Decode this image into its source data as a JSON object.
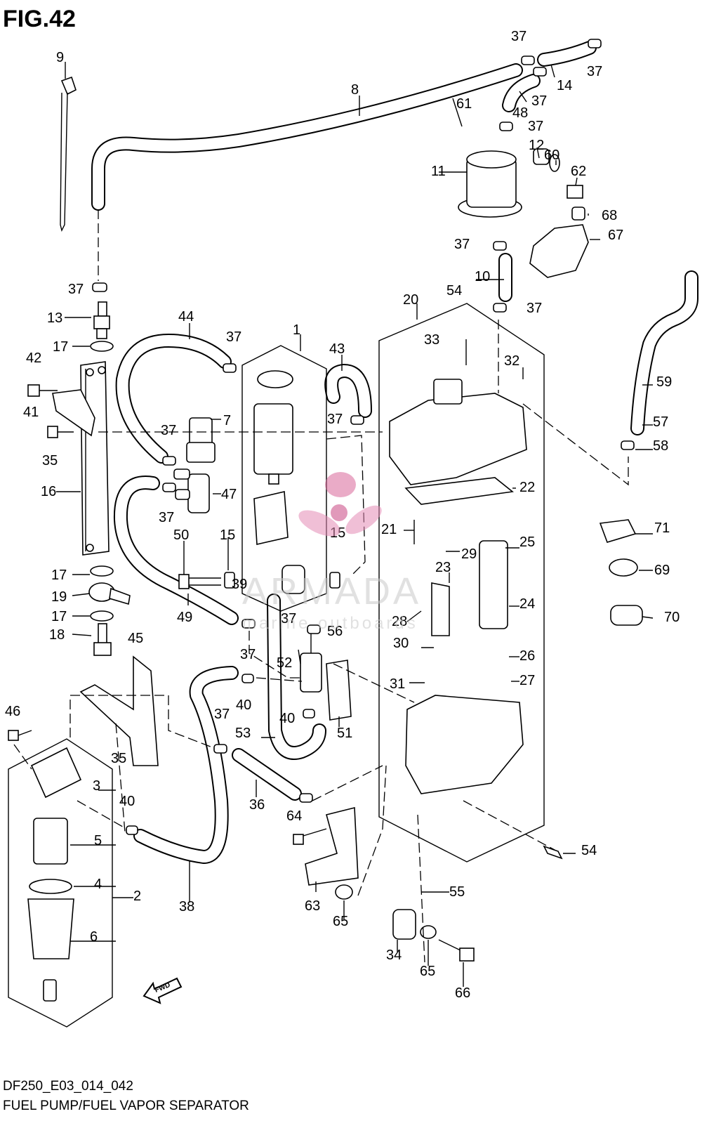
{
  "figure": {
    "title": "FIG.42",
    "code": "DF250_E03_014_042",
    "caption": "FUEL PUMP/FUEL VAPOR SEPARATOR",
    "fwd_label": "FWD"
  },
  "watermark": {
    "brand": "ARMADA",
    "tagline": "marine outboards"
  },
  "callouts": [
    "9",
    "8",
    "37",
    "37",
    "14",
    "37",
    "61",
    "48",
    "37",
    "12",
    "60",
    "62",
    "11",
    "68",
    "67",
    "37",
    "10",
    "54",
    "37",
    "37",
    "13",
    "17",
    "42",
    "41",
    "35",
    "16",
    "17",
    "19",
    "17",
    "18",
    "44",
    "37",
    "1",
    "43",
    "37",
    "7",
    "47",
    "37",
    "37",
    "50",
    "15",
    "15",
    "49",
    "39",
    "37",
    "56",
    "37",
    "52",
    "40",
    "40",
    "53",
    "51",
    "37",
    "36",
    "20",
    "33",
    "32",
    "59",
    "57",
    "58",
    "22",
    "21",
    "25",
    "29",
    "71",
    "23",
    "69",
    "24",
    "28",
    "70",
    "30",
    "26",
    "31",
    "27",
    "45",
    "46",
    "35",
    "3",
    "40",
    "5",
    "4",
    "2",
    "6",
    "38",
    "64",
    "63",
    "65",
    "54",
    "55",
    "34",
    "65",
    "66"
  ]
}
